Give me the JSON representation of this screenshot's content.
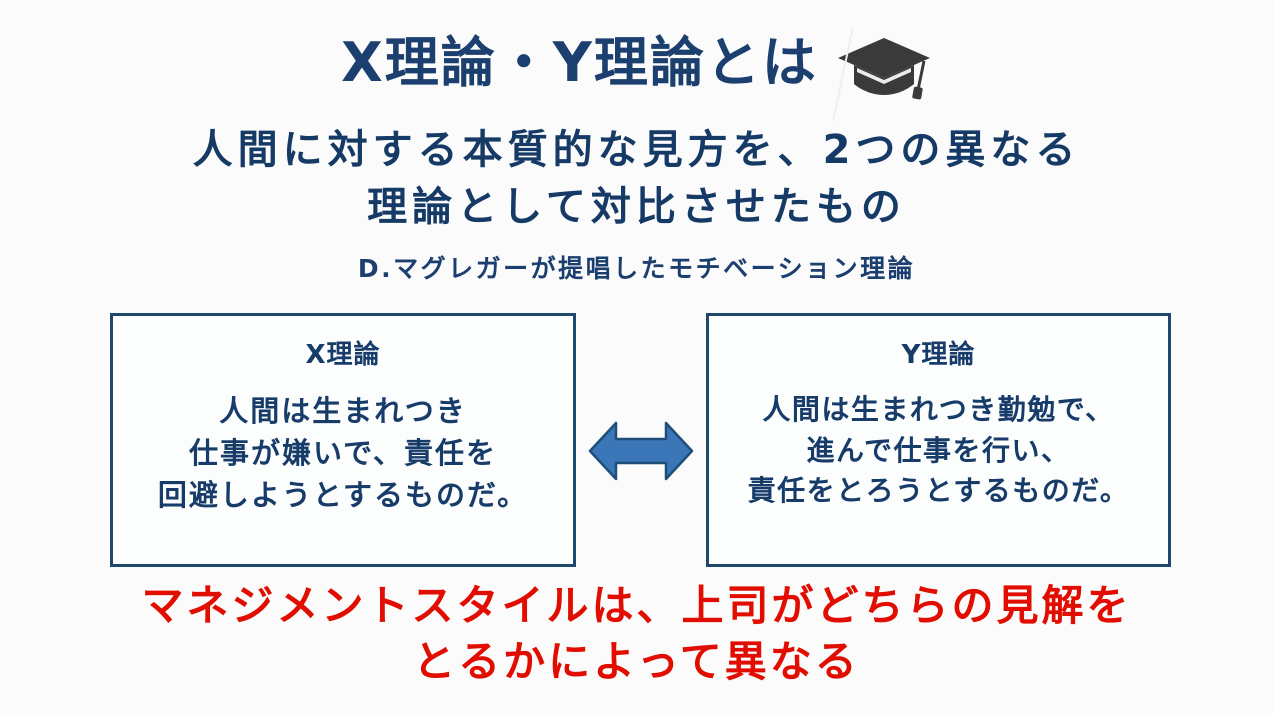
{
  "slide": {
    "background_color": "#fbfbfb",
    "heading_color": "#1b3f6e",
    "body_color": "#173c6a",
    "accent_red": "#e00d00",
    "arrow_fill": "#3a76b8",
    "arrow_stroke": "#1f4e79",
    "box_border_color": "#20486f",
    "cap_icon_color": "#3a3a3a"
  },
  "title": {
    "text": "X理論・Y理論とは",
    "icon": "graduation-cap-icon"
  },
  "subtitle": {
    "line1": "人間に対する本質的な見方を、2つの異なる",
    "line2": "理論として対比させたもの"
  },
  "attribution": {
    "text": "D.マグレガーが提唱したモチベーション理論"
  },
  "comparison": {
    "relation_icon": "double-headed-arrow-icon",
    "left_box": {
      "heading": "X理論",
      "line1": "人間は生まれつき",
      "line2": "仕事が嫌いで、責任を",
      "line3": "回避しようとするものだ。"
    },
    "right_box": {
      "heading": "Y理論",
      "line1": "人間は生まれつき勤勉で、",
      "line2": "進んで仕事を行い、",
      "line3": "責任をとろうとするものだ。"
    }
  },
  "footer": {
    "line1": "マネジメントスタイルは、上司がどちらの見解を",
    "line2": "とるかによって異なる"
  }
}
